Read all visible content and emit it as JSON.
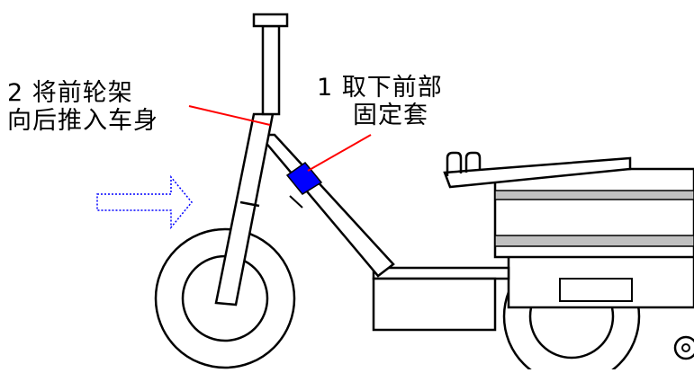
{
  "callouts": [
    {
      "number": "2",
      "line1": "将前轮架",
      "line2": "向后推入车身"
    },
    {
      "number": "1",
      "line1": "取下前部",
      "line2": "固定套"
    }
  ],
  "colors": {
    "outline": "#000000",
    "leader_line": "#ff0000",
    "fixing_sleeve": "#0000ff",
    "arrow_outline": "#0000ff",
    "stripe": "#c0c0c0"
  },
  "icons": {
    "direction_arrow": "push-arrow-right"
  }
}
